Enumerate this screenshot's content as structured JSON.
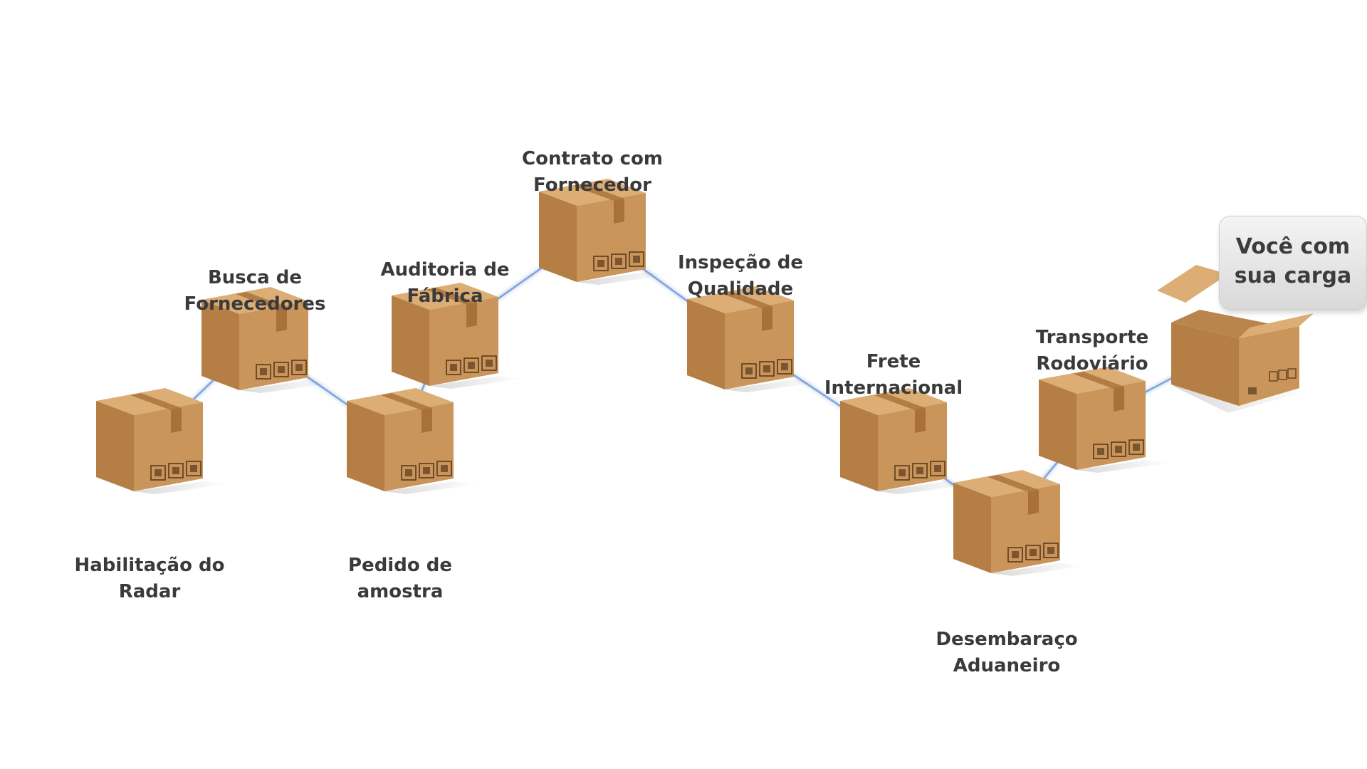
{
  "steps": [
    {
      "label": "Habilitação do\nRadar"
    },
    {
      "label": "Busca de\nFornecedores"
    },
    {
      "label": "Pedido de\namostra"
    },
    {
      "label": "Auditoria de\nFábrica"
    },
    {
      "label": "Contrato com\nFornecedor"
    },
    {
      "label": "Inspeção de\nQualidade"
    },
    {
      "label": "Frete\nInternacional"
    },
    {
      "label": "Desembaraço\nAduaneiro"
    },
    {
      "label": "Transporte\nRodoviário"
    }
  ],
  "final": {
    "bubble_text": "Você com\nsua carga"
  },
  "colors": {
    "box_front": "#c9955a",
    "box_side": "#b47e45",
    "box_top": "#dcae76",
    "tape": "#a8713a",
    "connector": "#7fa3dd",
    "label": "#3a3a3a"
  }
}
